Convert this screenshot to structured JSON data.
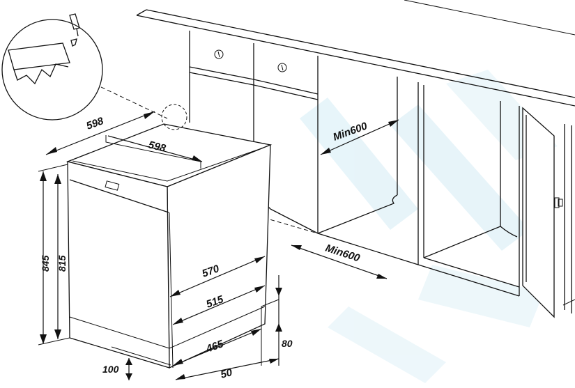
{
  "dimensions": {
    "top_width_outer": "598",
    "top_width_inner": "598",
    "height_total": "845",
    "height_body": "815",
    "depth_570": "570",
    "depth_515": "515",
    "depth_465": "465",
    "offset_50": "50",
    "plinth_100": "100",
    "gap_80": "80",
    "niche_width": "Min600",
    "niche_depth": "Min600"
  },
  "colors": {
    "line": "#111111",
    "watermark": "#cfe7f2"
  },
  "icons": [
    "screwdriver-icon",
    "screw-icon",
    "cabinet-knob-icon"
  ]
}
